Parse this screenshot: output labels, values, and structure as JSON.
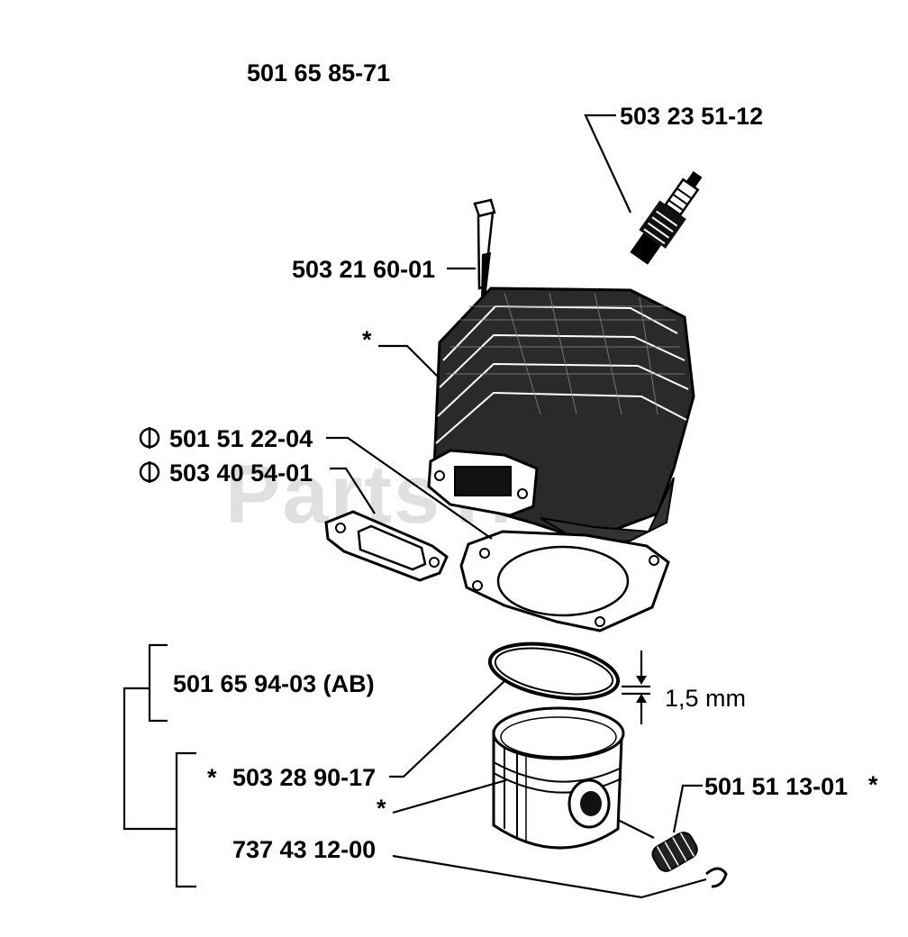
{
  "diagram": {
    "labels": {
      "assembly": "501 65 85-71",
      "spark_plug": "503 23 51-12",
      "screw": "503 21 60-01",
      "cylinder_star": "*",
      "gasket_1": "501 51 22-04",
      "gasket_2": "503 40 54-01",
      "ring_set": "501 65 94-03 (AB)",
      "piston": "503 28 90-17",
      "piston_star_prefix": "*",
      "piston_star_below": "*",
      "circlip": "737 43 12-00",
      "bearing": "501 51 13-01",
      "bearing_star": "*",
      "ring_thickness": "1,5 mm"
    },
    "symbols": {
      "gasket_marker_icon": "circle-bar-icon"
    },
    "watermark": "PartsTree",
    "colors": {
      "ink": "#000000",
      "background": "#ffffff",
      "watermark": "#c8c8c8"
    }
  }
}
